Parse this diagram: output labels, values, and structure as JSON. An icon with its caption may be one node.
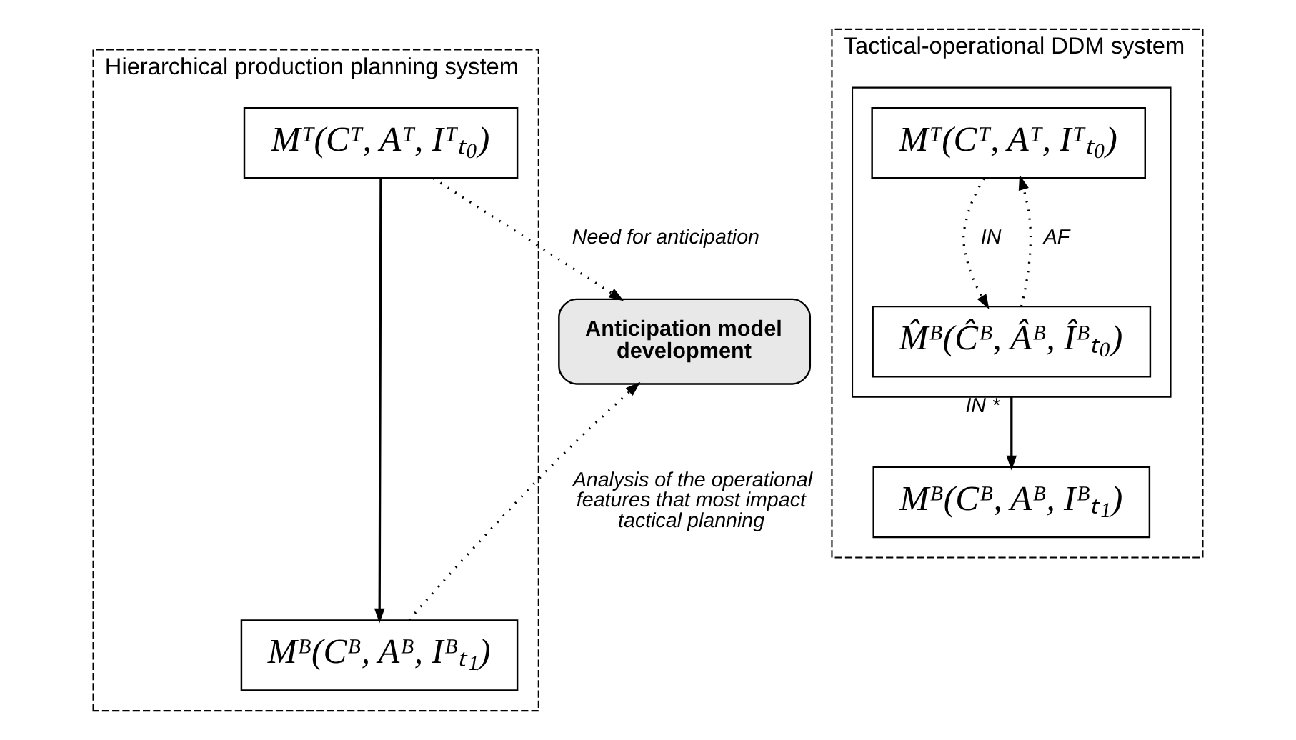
{
  "diagram": {
    "nodes": [
      {
        "text": [
          "Hierarchical production planning system"
        ]
      },
      {
        "text": [
          "Mᵀ(Cᵀ, Aᵀ, Iᵀₜ₀)"
        ],
        "in": 0
      },
      {
        "text": [
          "Mᴮ(Cᴮ, Aᴮ, Iᴮₜ₁)"
        ],
        "in": 0
      },
      {
        "text": [
          "Anticipation model development"
        ]
      },
      {
        "text": [
          "Tactical-operational DDM system"
        ]
      },
      {
        "text": [],
        "shape": "box",
        "in": 4
      },
      {
        "text": [
          "Mᵀ(Cᵀ, Aᵀ, Iᵀₜ₀)"
        ],
        "in": 5
      },
      {
        "text": [
          "M̂ᴮ(Ĉᴮ, Âᴮ, Îᴮₜ₀)"
        ],
        "in": 5
      },
      {
        "text": [
          "Mᴮ(Cᴮ, Aᴮ, Iᴮₜ₁)"
        ],
        "in": 4
      }
    ],
    "edges": [
      {
        "from": 1,
        "to": 2,
        "arrow": "to"
      },
      {
        "from": 1,
        "to": 3,
        "arrow": "to",
        "style": "dashed",
        "label": "Need for anticipation"
      },
      {
        "from": 2,
        "to": 3,
        "arrow": "to",
        "style": "dashed",
        "label": "Analysis of the operational features that most impact tactical planning"
      },
      {
        "from": 7,
        "to": 6,
        "arrow": "to",
        "style": "dashed",
        "label": "AF"
      },
      {
        "from": 6,
        "to": 7,
        "arrow": "to",
        "style": "dashed",
        "label": "IN"
      },
      {
        "from": 5,
        "to": 8,
        "arrow": "to",
        "label": "IN *"
      }
    ]
  }
}
